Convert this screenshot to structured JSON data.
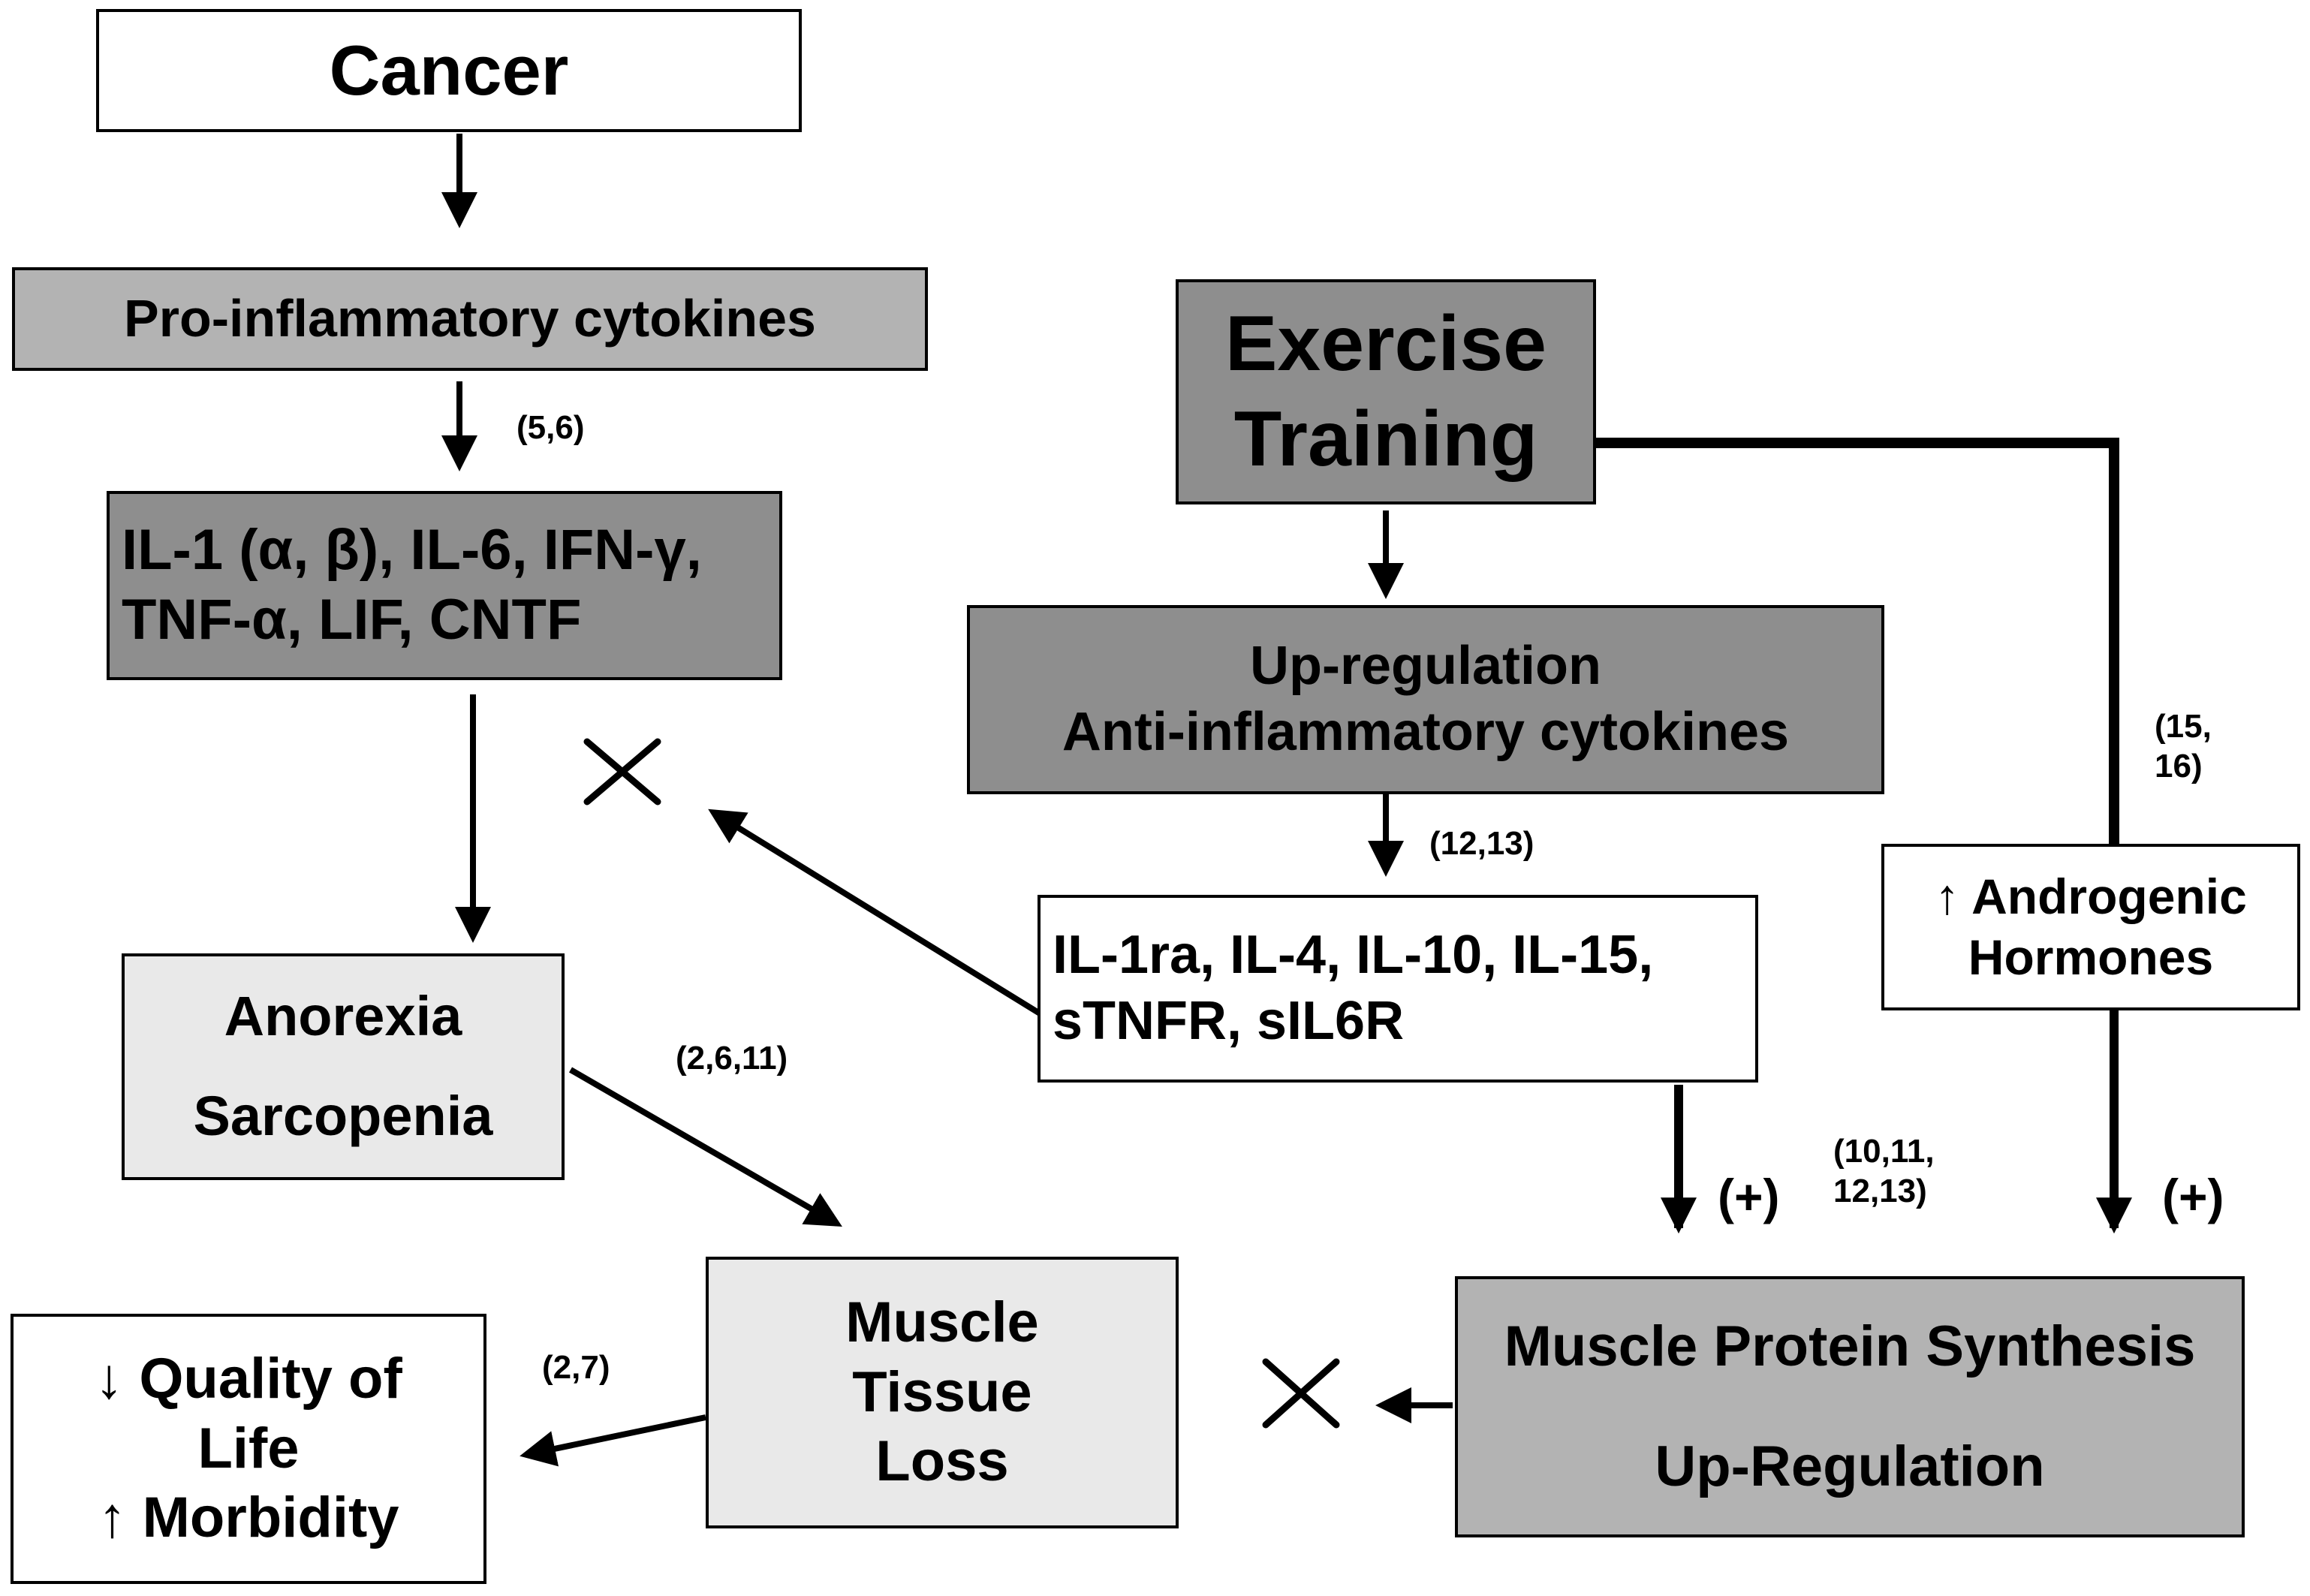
{
  "boxes": {
    "cancer": "Cancer",
    "pro_inflammatory": "Pro-inflammatory cytokines",
    "pro_list": [
      "IL-1 (α, β), IL-6, IFN-γ,",
      "TNF-α, LIF, CNTF"
    ],
    "anorexia_sarcopenia": [
      "Anorexia",
      "Sarcopenia"
    ],
    "muscle_tissue_loss": [
      "Muscle",
      "Tissue",
      "Loss"
    ],
    "quality_of_life": [
      "↓ Quality of",
      "Life",
      "↑ Morbidity"
    ],
    "exercise_training": [
      "Exercise",
      "Training"
    ],
    "anti_inflammatory": [
      "Up-regulation",
      "Anti-inflammatory cytokines"
    ],
    "anti_list": [
      "IL-1ra, IL-4, IL-10, IL-15,",
      "sTNFR, sIL6R"
    ],
    "androgenic": [
      "↑ Androgenic",
      "Hormones"
    ],
    "mps": [
      "Muscle Protein Synthesis",
      "Up-Regulation"
    ]
  },
  "refs": {
    "r56": "(5,6)",
    "r2611": "(2,6,11)",
    "r27": "(2,7)",
    "r1213": "(12,13)",
    "r1516": [
      "(15,",
      "16)"
    ],
    "r10111213": [
      "(10,11,",
      "12,13)"
    ]
  },
  "plus_signs": {
    "left": "(+)",
    "right": "(+)"
  },
  "colors": {
    "white": "#ffffff",
    "light_gray": "#e9e9e9",
    "mid_gray": "#b3b3b3",
    "dark_gray": "#8e8e8e",
    "line": "#000000"
  }
}
